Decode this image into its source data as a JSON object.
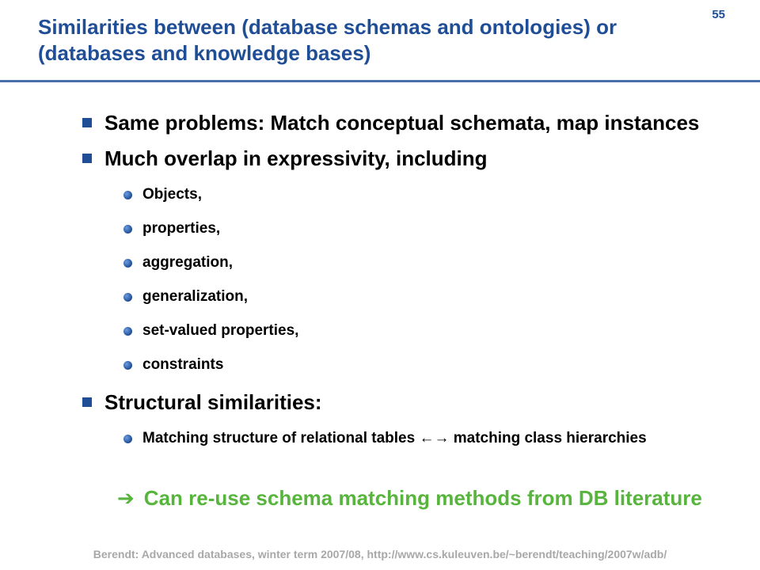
{
  "slide": {
    "number": "55",
    "title": "Similarities between (database schemas and ontologies) or (databases and knowledge bases)"
  },
  "bullets": [
    "Same problems: Match conceptual schemata, map instances",
    "Much overlap in expressivity, including",
    "Structural similarities:"
  ],
  "sub_bullets": [
    "Objects,",
    "properties,",
    "aggregation,",
    "generalization,",
    "set-valued properties,",
    "constraints"
  ],
  "structural_sub": "Matching structure of relational tables ←→ matching class hierarchies",
  "conclusion": {
    "arrow": "➔",
    "text": "Can re-use schema matching methods from DB literature"
  },
  "footer": "Berendt: Advanced databases, winter term 2007/08, http://www.cs.kuleuven.be/~berendt/teaching/2007w/adb/",
  "colors": {
    "title": "#1f4e96",
    "rule": "#4a6fa8",
    "bullet": "#1f4e96",
    "conclusion": "#57b43c",
    "footer": "#a8a8a8"
  }
}
